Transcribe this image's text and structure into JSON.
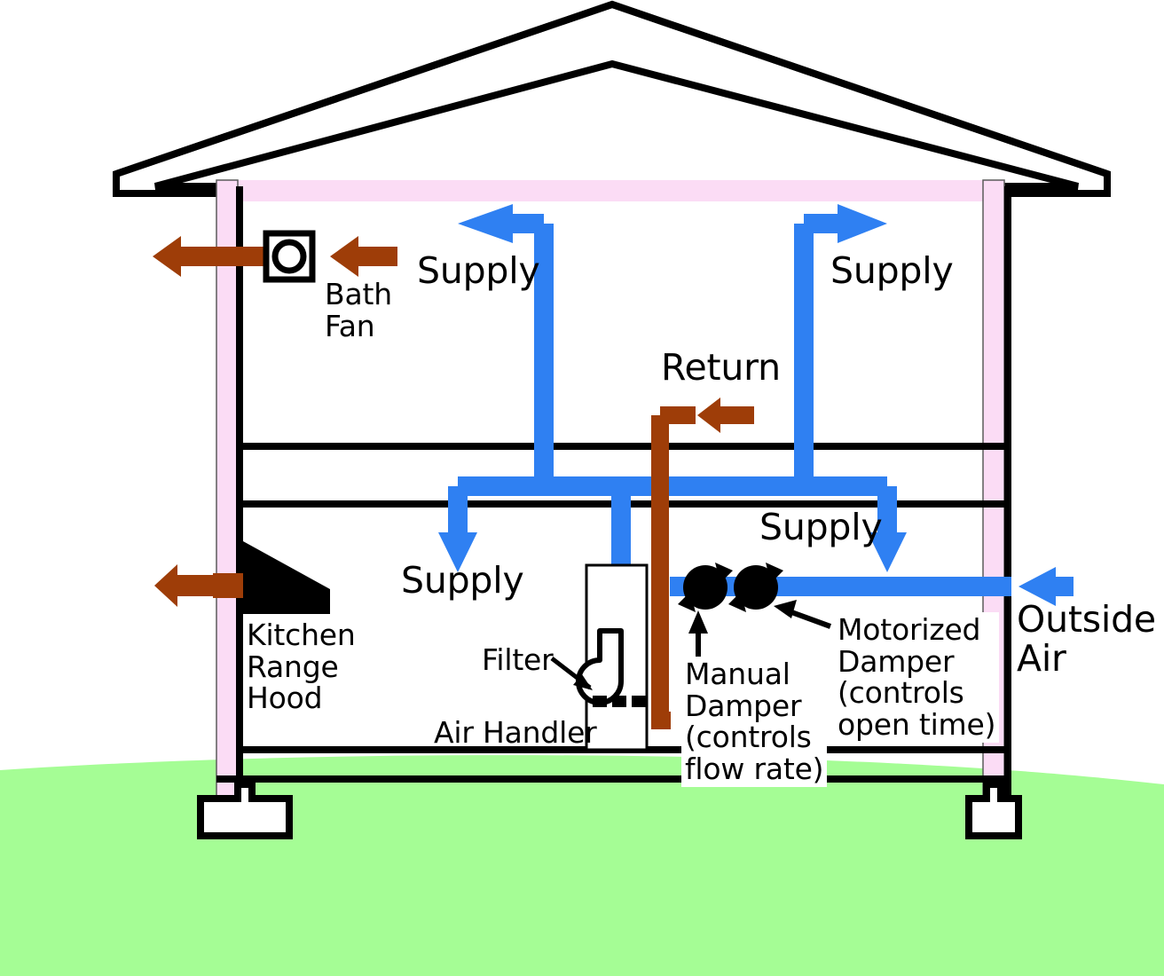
{
  "diagram": {
    "title": "Central-fan-integrated supply ventilation in a two-story house",
    "type": "hvac-ventilation-schematic"
  },
  "colors": {
    "supply_duct": "#2F80F2",
    "exhaust_duct": "#9E3D08",
    "wall_insulation": "#FBDCF5",
    "ground": "#A5FD95",
    "outline": "#000000",
    "equipment_fill": "#FFFFFF",
    "damper": "#000000"
  },
  "labels": {
    "bath_fan": "Bath\nFan",
    "supply_upper_left": "Supply",
    "supply_upper_right": "Supply",
    "return": "Return",
    "supply_lower_left": "Supply",
    "supply_lower_right": "Supply",
    "kitchen_range_hood": "Kitchen\nRange\nHood",
    "filter": "Filter",
    "air_handler": "Air Handler",
    "manual_damper": "Manual\nDamper\n(controls\nflow rate)",
    "motorized_damper": "Motorized\nDamper\n(controls\nopen time)",
    "outside_air": "Outside\nAir"
  },
  "components": [
    {
      "name": "roof",
      "kind": "structure"
    },
    {
      "name": "upper-floor-room",
      "kind": "structure"
    },
    {
      "name": "lower-floor-room",
      "kind": "structure"
    },
    {
      "name": "left-exterior-wall",
      "kind": "structure"
    },
    {
      "name": "right-exterior-wall",
      "kind": "structure"
    },
    {
      "name": "left-footing",
      "kind": "structure"
    },
    {
      "name": "right-footing",
      "kind": "structure"
    },
    {
      "name": "ground",
      "kind": "structure"
    },
    {
      "name": "bath-fan",
      "kind": "equipment"
    },
    {
      "name": "kitchen-range-hood",
      "kind": "equipment"
    },
    {
      "name": "air-handler",
      "kind": "equipment"
    },
    {
      "name": "filter",
      "kind": "equipment"
    },
    {
      "name": "blower",
      "kind": "equipment"
    },
    {
      "name": "manual-damper",
      "kind": "control"
    },
    {
      "name": "motorized-damper",
      "kind": "control"
    }
  ],
  "flows": [
    {
      "name": "bath-fan-exhaust",
      "direction": "out-left",
      "color": "#9E3D08"
    },
    {
      "name": "kitchen-hood-exhaust",
      "direction": "out-left",
      "color": "#9E3D08"
    },
    {
      "name": "return-air",
      "direction": "in-left",
      "color": "#9E3D08"
    },
    {
      "name": "supply-upper-left",
      "direction": "left",
      "color": "#2F80F2"
    },
    {
      "name": "supply-upper-right",
      "direction": "right",
      "color": "#2F80F2"
    },
    {
      "name": "supply-lower-left",
      "direction": "down",
      "color": "#2F80F2"
    },
    {
      "name": "supply-lower-right",
      "direction": "down",
      "color": "#2F80F2"
    },
    {
      "name": "outside-air-intake",
      "direction": "in-left",
      "color": "#2F80F2"
    }
  ]
}
